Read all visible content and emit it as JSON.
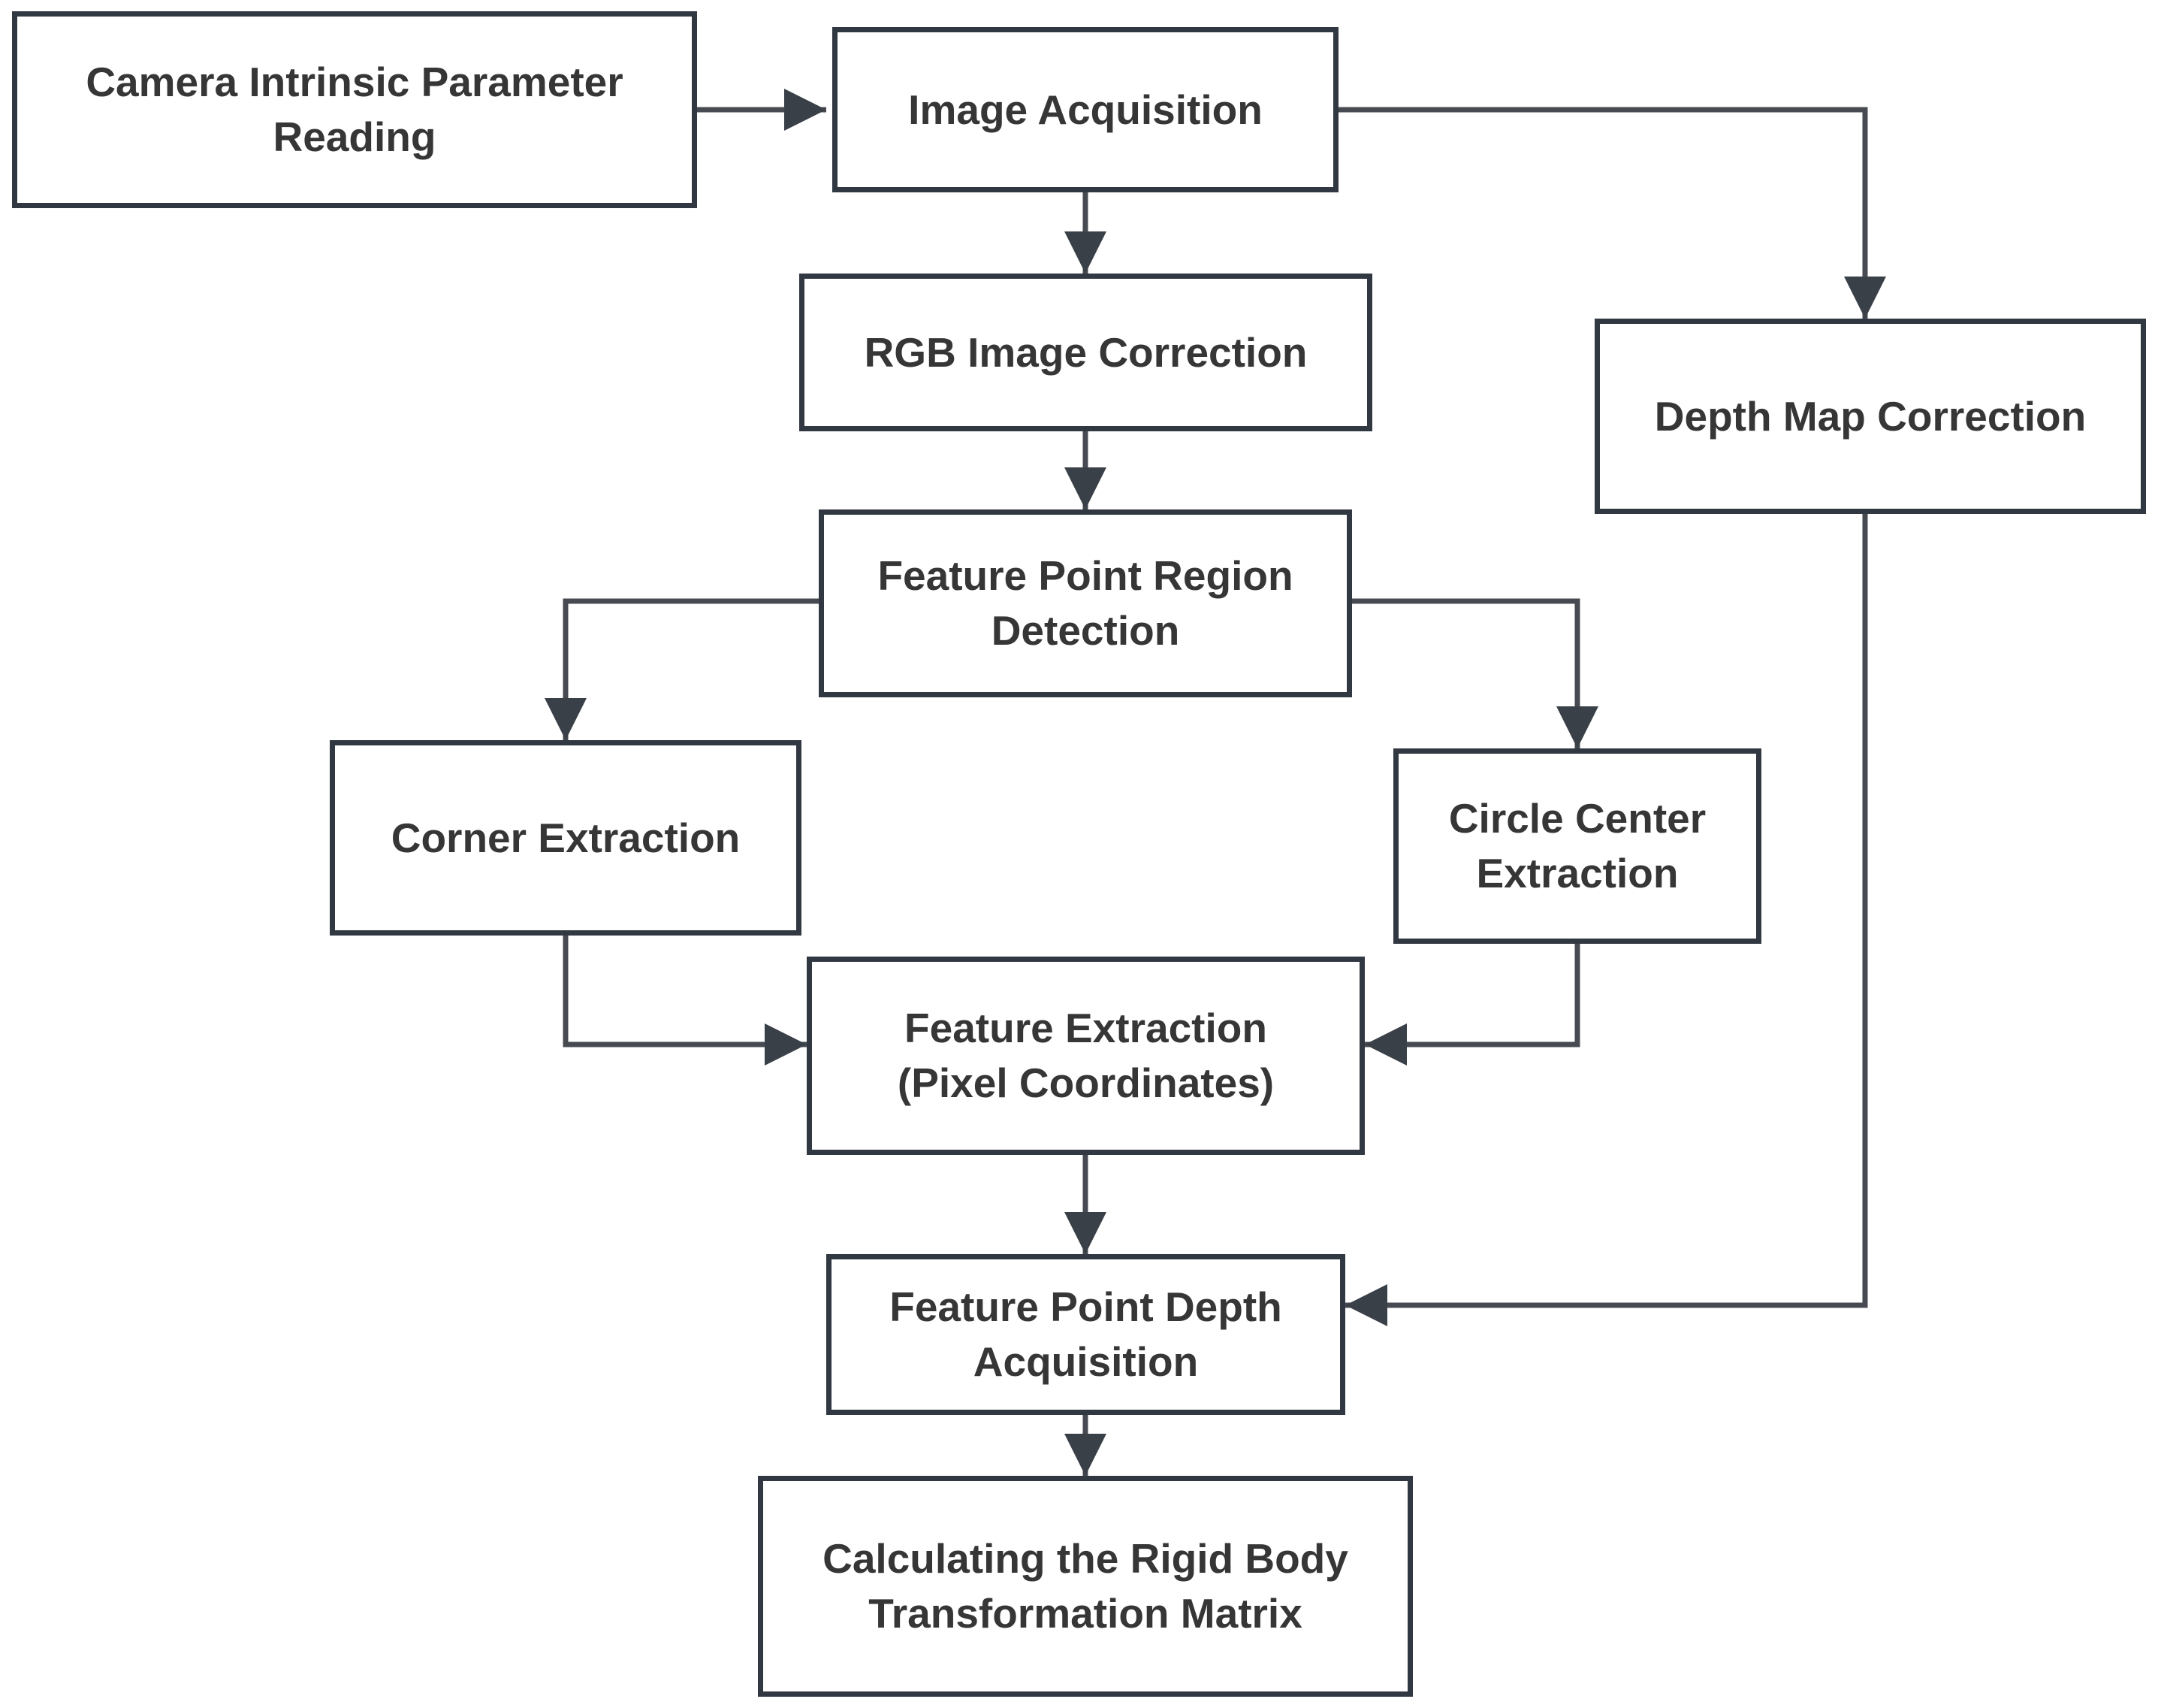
{
  "figure": {
    "type": "flowchart",
    "background": "#ffffff",
    "colors": {
      "box_border": "#313842",
      "connector": "#474b51",
      "text": "#363636"
    }
  },
  "nodes": [
    {
      "id": "camera-intrinsic-parameter-reading",
      "label": [
        "Camera Intrinsic Parameter",
        "Reading"
      ]
    },
    {
      "id": "image-acquisition",
      "label": "Image Acquisition"
    },
    {
      "id": "rgb-image-correction",
      "label": "RGB Image Correction"
    },
    {
      "id": "depth-map-correction",
      "label": "Depth Map Correction"
    },
    {
      "id": "feature-point-region-detection",
      "label": [
        "Feature Point Region",
        "Detection"
      ]
    },
    {
      "id": "corner-extraction",
      "label": "Corner Extraction"
    },
    {
      "id": "circle-center-extraction",
      "label": [
        "Circle Center",
        "Extraction"
      ]
    },
    {
      "id": "feature-extraction-pixel-coordinates",
      "label": [
        "Feature Extraction",
        "(Pixel Coordinates)"
      ]
    },
    {
      "id": "feature-point-depth-acquisition",
      "label": [
        "Feature Point Depth",
        "Acquisition"
      ]
    },
    {
      "id": "calculating-rigid-body-transformation-matrix",
      "label": [
        "Calculating the Rigid Body",
        "Transformation Matrix"
      ]
    }
  ],
  "edges": [
    {
      "from": "camera-intrinsic-parameter-reading",
      "to": "image-acquisition"
    },
    {
      "from": "image-acquisition",
      "to": "rgb-image-correction"
    },
    {
      "from": "image-acquisition",
      "to": "depth-map-correction"
    },
    {
      "from": "rgb-image-correction",
      "to": "feature-point-region-detection"
    },
    {
      "from": "feature-point-region-detection",
      "to": "corner-extraction"
    },
    {
      "from": "feature-point-region-detection",
      "to": "circle-center-extraction"
    },
    {
      "from": "corner-extraction",
      "to": "feature-extraction-pixel-coordinates"
    },
    {
      "from": "circle-center-extraction",
      "to": "feature-extraction-pixel-coordinates"
    },
    {
      "from": "feature-extraction-pixel-coordinates",
      "to": "feature-point-depth-acquisition"
    },
    {
      "from": "depth-map-correction",
      "to": "feature-point-depth-acquisition"
    },
    {
      "from": "feature-point-depth-acquisition",
      "to": "calculating-rigid-body-transformation-matrix"
    }
  ]
}
